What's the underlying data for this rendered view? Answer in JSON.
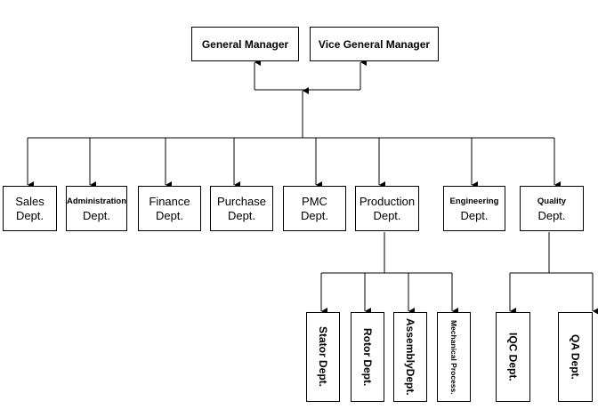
{
  "top": {
    "general_manager": "General Manager",
    "vice_general_manager": "Vice General Manager"
  },
  "departments": {
    "sales": [
      "Sales",
      "Dept."
    ],
    "administration": [
      "Administration",
      "Dept."
    ],
    "finance": [
      "Finance",
      "Dept."
    ],
    "purchase": [
      "Purchase",
      "Dept."
    ],
    "pmc": [
      "PMC",
      "Dept."
    ],
    "production": [
      "Production",
      "Dept."
    ],
    "engineering": [
      "Engineering",
      "Dept."
    ],
    "quality": [
      "Quality",
      "Dept."
    ]
  },
  "production_sub": {
    "stator": "Stator Dept.",
    "rotor": "Rotor Dept.",
    "assembly": "AssemblyDept.",
    "mechanical": "Mechanical Process."
  },
  "quality_sub": {
    "iqc": "IQC Dept.",
    "qa": "QA Dept."
  }
}
